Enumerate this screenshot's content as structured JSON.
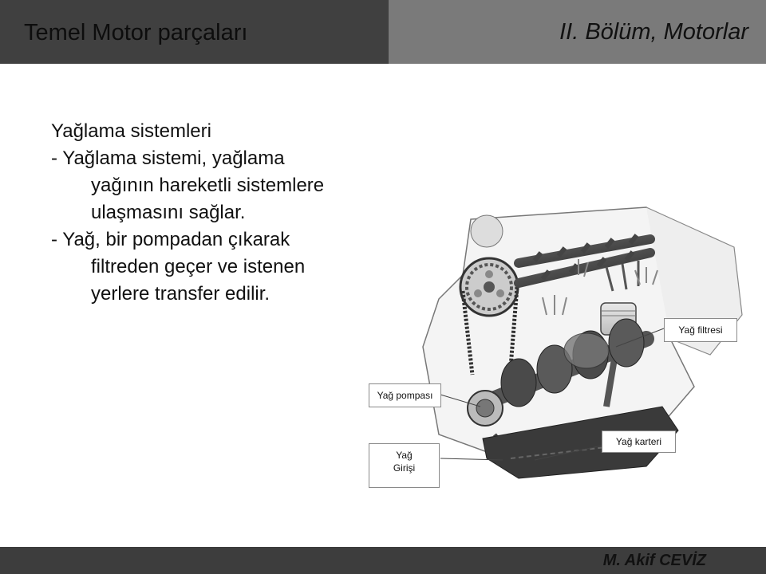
{
  "header": {
    "title": "Temel Motor parçaları",
    "chapter": "II. Bölüm, Motorlar"
  },
  "content": {
    "heading": "Yağlama sistemleri",
    "lines": [
      "-   Yağlama sistemi, yağlama",
      "yağının hareketli sistemlere",
      "ulaşmasını sağlar.",
      "-   Yağ, bir pompadan çıkarak",
      "filtreden geçer ve istenen",
      "yerlere transfer edilir."
    ]
  },
  "diagram": {
    "labels": {
      "oil_filter": "Yağ filtresi",
      "oil_pump": "Yağ pompası",
      "oil_inlet_line1": "Yağ",
      "oil_inlet_line2": "Girişi",
      "oil_sump": "Yağ karteri"
    }
  },
  "footer": {
    "author": "M. Akif CEVİZ"
  }
}
